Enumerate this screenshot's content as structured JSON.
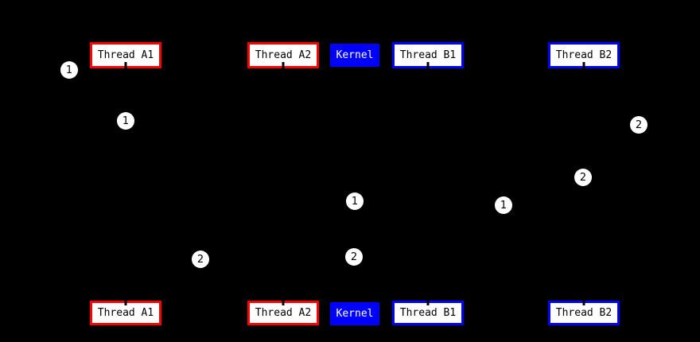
{
  "colors": {
    "background": "#000000",
    "red": "#ff0000",
    "blue": "#0000ff",
    "box_fill": "#ffffff",
    "label_text": "#000000",
    "kernel_text": "#ffffff",
    "marker_fill": "#ffffff",
    "marker_text": "#000000"
  },
  "entities": {
    "thread_a1": {
      "label": "Thread A1"
    },
    "thread_a2": {
      "label": "Thread A2"
    },
    "kernel": {
      "label": "Kernel"
    },
    "thread_b1": {
      "label": "Thread B1"
    },
    "thread_b2": {
      "label": "Thread B2"
    }
  },
  "markers": [
    {
      "label": "1"
    },
    {
      "label": "1"
    },
    {
      "label": "2"
    },
    {
      "label": "2"
    },
    {
      "label": "1"
    },
    {
      "label": "1"
    },
    {
      "label": "2"
    },
    {
      "label": "2"
    }
  ]
}
